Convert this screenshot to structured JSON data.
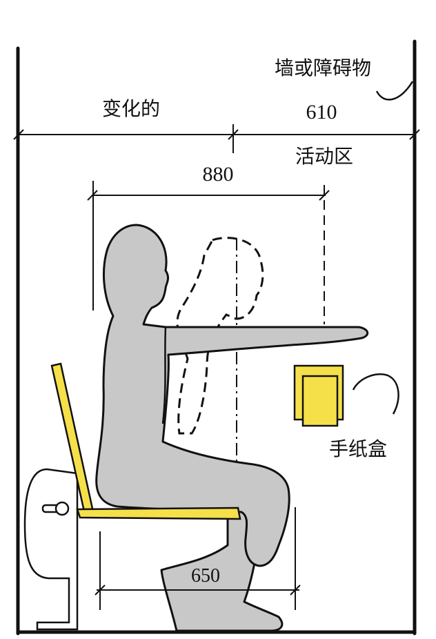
{
  "labels": {
    "wall": "墙或障碍物",
    "variable": "变化的",
    "activity_zone": "活动区",
    "paper_box": "手纸盒"
  },
  "dimensions": {
    "activity_width": "610",
    "reach": "880",
    "seat_depth": "650"
  },
  "colors": {
    "figure_fill": "#c8c8c8",
    "outline": "#111111",
    "accent_yellow": "#f5e04a",
    "background": "#ffffff"
  }
}
